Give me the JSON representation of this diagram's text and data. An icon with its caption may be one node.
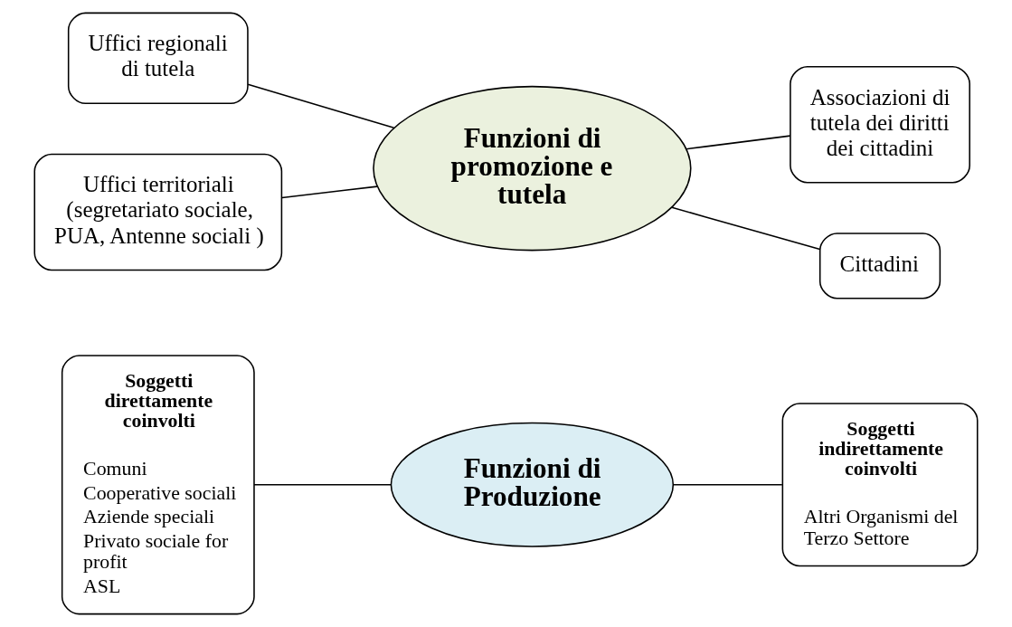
{
  "diagram": {
    "nodes": [
      {
        "text": [
          "Soggetti direttamente coinvolti",
          "Comuni",
          "Cooperative sociali",
          "Aziende speciali",
          "Privato sociale for profit",
          "ASL"
        ]
      },
      {
        "text": [
          "Funzioni di Produzione"
        ]
      },
      {
        "text": [
          "Soggetti indirettamente coinvolti",
          "Altri Organismi del Terzo Settore"
        ]
      },
      {
        "text": [
          "Uffici regionali di tutela"
        ]
      },
      {
        "text": [
          "Funzioni di promozione e tutela"
        ]
      },
      {
        "text": [
          "Associazioni di tutela dei diritti dei cittadini"
        ]
      },
      {
        "text": [
          "Uffici territoriali (segretariato sociale, PUA, Antenne sociali )"
        ]
      },
      {
        "text": [
          "Cittadini"
        ]
      }
    ],
    "edges": [
      {
        "from": 0,
        "to": 1,
        "arrow": "none"
      },
      {
        "from": 1,
        "to": 2,
        "arrow": "none"
      },
      {
        "from": 3,
        "to": 4,
        "arrow": "none"
      },
      {
        "from": 4,
        "to": 5,
        "arrow": "none"
      },
      {
        "from": 6,
        "to": 4,
        "arrow": "none"
      },
      {
        "from": 4,
        "to": 7,
        "arrow": "none"
      }
    ]
  }
}
